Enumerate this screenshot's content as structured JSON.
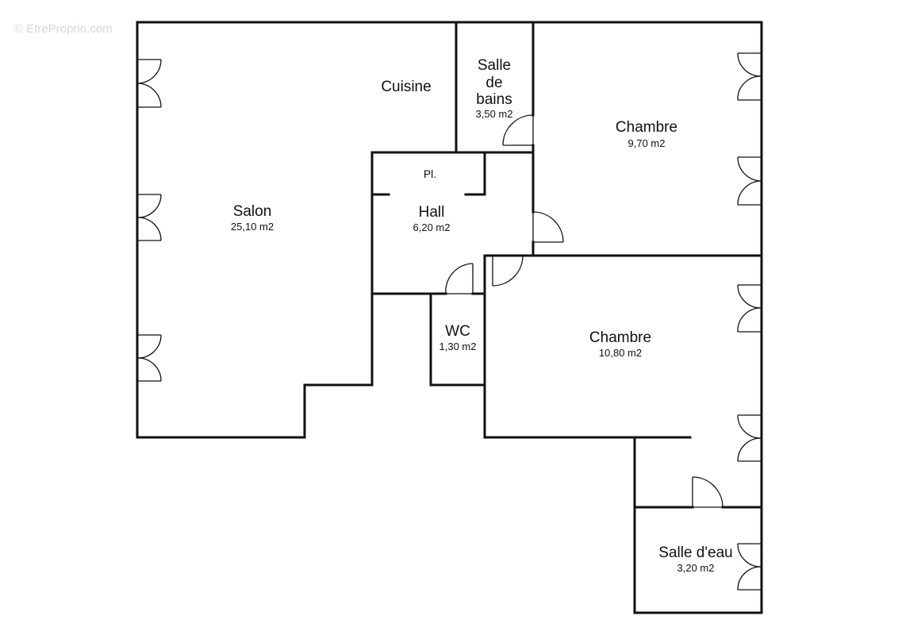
{
  "watermark": "© EtreProprio.com",
  "rooms": {
    "cuisine": {
      "name": "Cuisine"
    },
    "salle_de_bains": {
      "name_line1": "Salle",
      "name_line2": "de",
      "name_line3": "bains",
      "area": "3,50 m2"
    },
    "chambre1": {
      "name": "Chambre",
      "area": "9,70 m2"
    },
    "placard": {
      "name": "Pl."
    },
    "hall": {
      "name": "Hall",
      "area": "6,20 m2"
    },
    "salon": {
      "name": "Salon",
      "area": "25,10 m2"
    },
    "wc": {
      "name": "WC",
      "area": "1,30 m2"
    },
    "chambre2": {
      "name": "Chambre",
      "area": "10,80 m2"
    },
    "salle_deau": {
      "name": "Salle d'eau",
      "area": "3,20 m2"
    }
  }
}
